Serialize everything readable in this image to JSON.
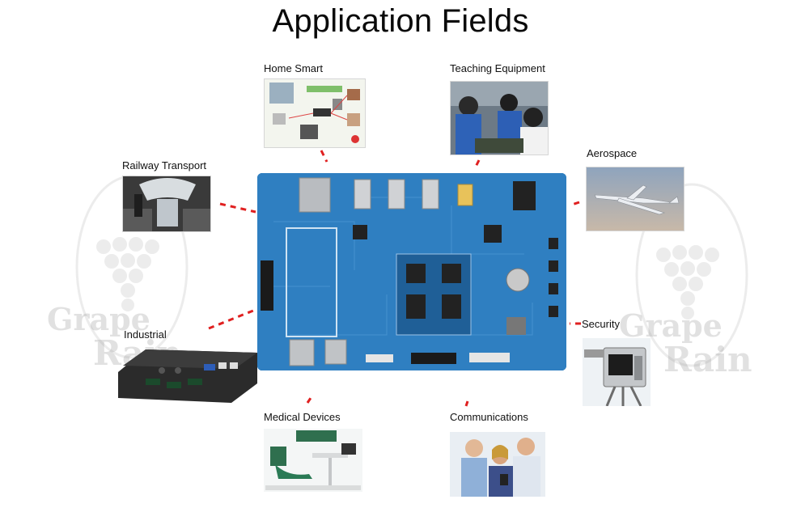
{
  "title": "Application Fields",
  "fields": [
    {
      "id": "home-smart",
      "label": "Home Smart"
    },
    {
      "id": "teaching-equipment",
      "label": "Teaching Equipment"
    },
    {
      "id": "railway-transport",
      "label": "Railway Transport"
    },
    {
      "id": "aerospace",
      "label": "Aerospace"
    },
    {
      "id": "industrial",
      "label": "Industrial"
    },
    {
      "id": "security",
      "label": "Security"
    },
    {
      "id": "medical-devices",
      "label": "Medical Devices"
    },
    {
      "id": "communications",
      "label": "Communications"
    }
  ],
  "watermark": {
    "line1": "Grape",
    "line2": "Rain"
  },
  "colors": {
    "connector": "#e02020",
    "board": "#2f7fc1"
  }
}
